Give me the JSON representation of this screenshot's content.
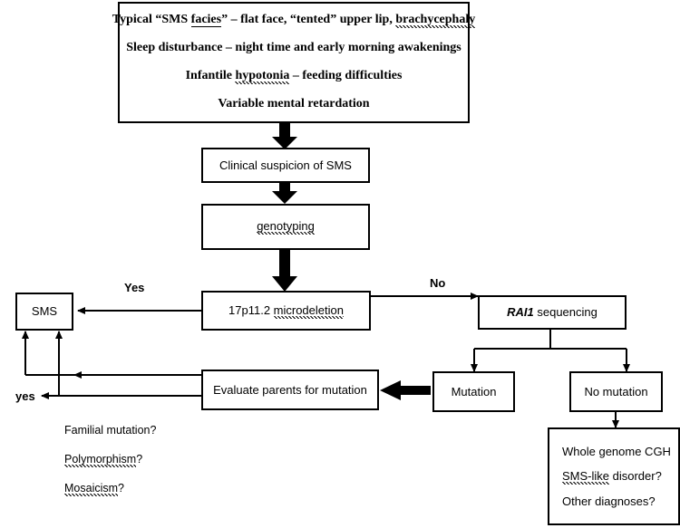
{
  "diagram": {
    "title": "Smith-Magenis Syndrome diagnostic algorithm flowchart",
    "colors": {
      "stroke": "#000000",
      "fill": "#ffffff",
      "text": "#000000"
    }
  },
  "clinical_features_box": {
    "lines": [
      "Typical “SMS facies” – flat face, “tented” upper lip, brachycephaly",
      "Sleep disturbance – night time and early morning awakenings",
      "Infantile hypotonia – feeding difficulties",
      "Variable mental retardation"
    ]
  },
  "nodes": {
    "clinical_suspicion": "Clinical suspicion of SMS",
    "genotyping": "genotyping",
    "microdeletion": "17p11.2 microdeletion",
    "rai1_sequencing_gene": "RAI1",
    "rai1_sequencing_rest": " sequencing",
    "sms": "SMS",
    "mutation": "Mutation",
    "no_mutation": "No mutation",
    "evaluate_parents": "Evaluate parents for mutation",
    "workup_lines": [
      "Whole genome CGH",
      "SMS-like disorder?",
      "Other diagnoses?"
    ]
  },
  "edge_labels": {
    "yes_upper": "Yes",
    "no": "No",
    "yes_lower": "yes"
  },
  "questions": [
    "Familial mutation?",
    "Polymorphism?",
    "Mosaicism?"
  ]
}
